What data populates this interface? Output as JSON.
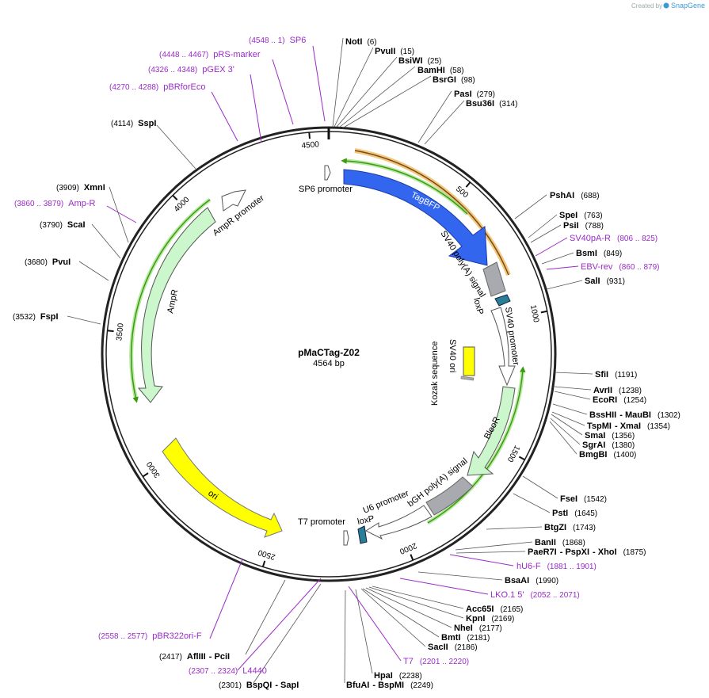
{
  "credit": {
    "prefix": "Created by",
    "brand": "SnapGene"
  },
  "plasmid": {
    "name": "pMaCTag-Z02",
    "length_label": "4564 bp",
    "length": 4564
  },
  "ticks": [
    "500",
    "1000",
    "1500",
    "2000",
    "2500",
    "3000",
    "3500",
    "4000",
    "4500"
  ],
  "features": {
    "sp6_promoter": "SP6 promoter",
    "tagbfp": "TagBFP",
    "sv40_polya": "SV40 poly(A) signal",
    "loxp_top": "loxP",
    "sv40_promoter": "SV40 promoter",
    "sv40_ori": "SV40 ori",
    "kozak": "Kozak sequence",
    "bleor": "BleoR",
    "bgh_polya": "bGH poly(A) signal",
    "u6_promoter": "U6 promoter",
    "loxp_bottom": "loxP",
    "t7_promoter": "T7 promoter",
    "ori": "ori",
    "ampr": "AmpR",
    "ampr_promoter": "AmpR promoter"
  },
  "right_sites": [
    {
      "name": "NotI",
      "pos": "(6)"
    },
    {
      "name": "PvuII",
      "pos": "(15)"
    },
    {
      "name": "BsiWI",
      "pos": "(25)"
    },
    {
      "name": "BamHI",
      "pos": "(58)"
    },
    {
      "name": "BsrGI",
      "pos": "(98)"
    },
    {
      "name": "PasI",
      "pos": "(279)"
    },
    {
      "name": "Bsu36I",
      "pos": "(314)"
    },
    {
      "name": "PshAI",
      "pos": "(688)"
    },
    {
      "name": "SpeI",
      "pos": "(763)"
    },
    {
      "name": "PsiI",
      "pos": "(788)"
    },
    {
      "name": "BsmI",
      "pos": "(849)"
    },
    {
      "name": "SalI",
      "pos": "(931)"
    },
    {
      "name": "SfiI",
      "pos": "(1191)"
    },
    {
      "name": "AvrII",
      "pos": "(1238)"
    },
    {
      "name": "EcoRI",
      "pos": "(1254)"
    },
    {
      "name": "BssHII",
      "name2": "MauBI",
      "pos": "(1302)"
    },
    {
      "name": "TspMI",
      "name2": "XmaI",
      "pos": "(1354)"
    },
    {
      "name": "SmaI",
      "pos": "(1356)"
    },
    {
      "name": "SgrAI",
      "pos": "(1380)"
    },
    {
      "name": "BmgBI",
      "pos": "(1400)"
    },
    {
      "name": "FseI",
      "pos": "(1542)"
    },
    {
      "name": "PstI",
      "pos": "(1645)"
    },
    {
      "name": "BtgZI",
      "pos": "(1743)"
    },
    {
      "name": "BanII",
      "pos": "(1868)"
    },
    {
      "name": "PaeR7I",
      "name2": "PspXI",
      "name3": "XhoI",
      "pos": "(1875)"
    },
    {
      "name": "BsaAI",
      "pos": "(1990)"
    },
    {
      "name": "Acc65I",
      "pos": "(2165)"
    },
    {
      "name": "KpnI",
      "pos": "(2169)"
    },
    {
      "name": "NheI",
      "pos": "(2177)"
    },
    {
      "name": "BmtI",
      "pos": "(2181)"
    },
    {
      "name": "SacII",
      "pos": "(2186)"
    },
    {
      "name": "HpaI",
      "pos": "(2238)"
    },
    {
      "name": "BfuAI",
      "name2": "BspMI",
      "pos": "(2249)"
    }
  ],
  "left_sites": [
    {
      "name": "SspI",
      "pos": "(4114)"
    },
    {
      "name": "XmnI",
      "pos": "(3909)"
    },
    {
      "name": "ScaI",
      "pos": "(3790)"
    },
    {
      "name": "PvuI",
      "pos": "(3680)"
    },
    {
      "name": "FspI",
      "pos": "(3532)"
    },
    {
      "name": "AflIII",
      "name2": "PciI",
      "pos": "(2417)"
    },
    {
      "name": "BspQI",
      "name2": "SapI",
      "pos": "(2301)"
    }
  ],
  "primers": [
    {
      "name": "SP6",
      "range": "(4548 .. 1)"
    },
    {
      "name": "pRS-marker",
      "range": "(4448 .. 4467)"
    },
    {
      "name": "pGEX 3'",
      "range": "(4326 .. 4348)"
    },
    {
      "name": "pBRforEco",
      "range": "(4270 .. 4288)"
    },
    {
      "name": "Amp-R",
      "range": "(3860 .. 3879)"
    },
    {
      "name": "SV40pA-R",
      "range": "(806 .. 825)"
    },
    {
      "name": "EBV-rev",
      "range": "(860 .. 879)"
    },
    {
      "name": "hU6-F",
      "range": "(1881 .. 1901)"
    },
    {
      "name": "LKO.1 5'",
      "range": "(2052 .. 2071)"
    },
    {
      "name": "T7",
      "range": "(2201 .. 2220)"
    },
    {
      "name": "L4440",
      "range": "(2307 .. 2324)"
    },
    {
      "name": "pBR322ori-F",
      "range": "(2558 .. 2577)"
    }
  ],
  "colors": {
    "backbone": "#222222",
    "tagbfp": "#3366ee",
    "ampr": "#ccf7cc",
    "bleor": "#ccf7cc",
    "ori": "#ffff00",
    "polya": "#a8aaaf",
    "loxp": "#2a7f96",
    "primer": "#9b2bc8",
    "orf_green": "#3a9a10",
    "orf_orange": "#e89a1a"
  }
}
